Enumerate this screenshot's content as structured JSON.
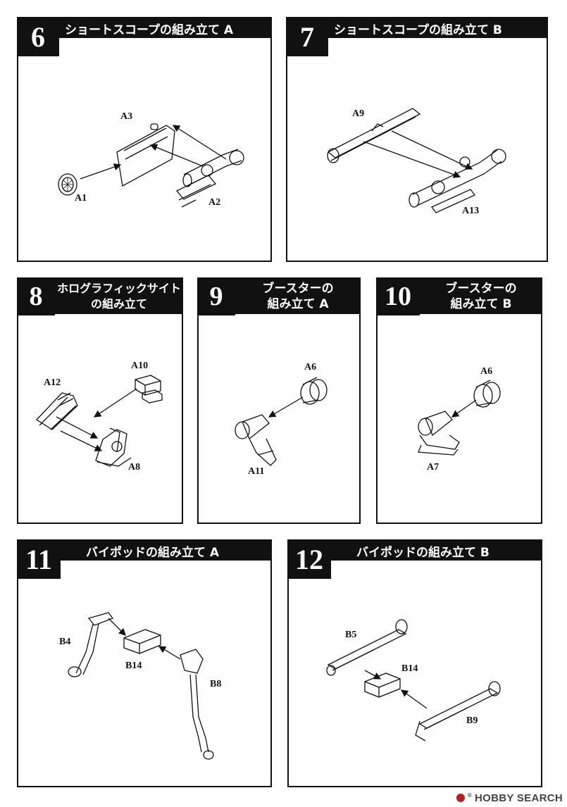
{
  "steps": [
    {
      "num": "6",
      "title": "ショートスコープの組み立て A",
      "labels": {
        "A3": "A3",
        "A1": "A1",
        "A2": "A2"
      }
    },
    {
      "num": "7",
      "title": "ショートスコープの組み立て B",
      "labels": {
        "A9": "A9",
        "A13": "A13"
      }
    },
    {
      "num": "8",
      "title_line1": "ホログラフィックサイト",
      "title_line2": "の組み立て",
      "labels": {
        "A10": "A10",
        "A12": "A12",
        "A8": "A8"
      }
    },
    {
      "num": "9",
      "title_line1": "ブースターの",
      "title_line2": "組み立て A",
      "labels": {
        "A6": "A6",
        "A11": "A11"
      }
    },
    {
      "num": "10",
      "title_line1": "ブースターの",
      "title_line2": "組み立て B",
      "labels": {
        "A6": "A6",
        "A7": "A7"
      }
    },
    {
      "num": "11",
      "title": "バイポッドの組み立て A",
      "labels": {
        "B4": "B4",
        "B14": "B14",
        "B8": "B8"
      }
    },
    {
      "num": "12",
      "title": "バイポッドの組み立て B",
      "labels": {
        "B5": "B5",
        "B14": "B14",
        "B9": "B9"
      }
    }
  ],
  "watermark": {
    "brand": "HOBBY SEARCH",
    "reg": "®"
  }
}
